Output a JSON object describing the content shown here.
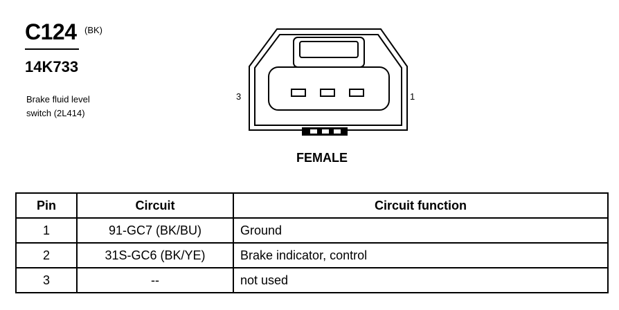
{
  "header": {
    "connector_id": "C124",
    "color_code": "(BK)",
    "part_number": "14K733",
    "description_line1": "Brake fluid level",
    "description_line2": "switch (2L414)"
  },
  "diagram": {
    "pin_left": "3",
    "pin_right": "1",
    "gender": "FEMALE"
  },
  "table": {
    "headers": [
      "Pin",
      "Circuit",
      "Circuit function"
    ],
    "rows": [
      {
        "pin": "1",
        "circuit": "91-GC7 (BK/BU)",
        "function": "Ground"
      },
      {
        "pin": "2",
        "circuit": "31S-GC6 (BK/YE)",
        "function": "Brake indicator, control"
      },
      {
        "pin": "3",
        "circuit": "--",
        "function": "not used"
      }
    ]
  }
}
